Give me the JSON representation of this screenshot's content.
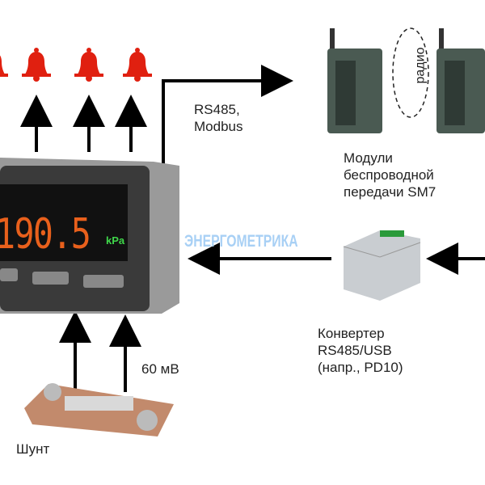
{
  "labels": {
    "rs485_line1": "RS485,",
    "rs485_line2": "Modbus",
    "radio": "радио",
    "modules_line1": "Модули",
    "modules_line2": "беспроводной",
    "modules_line3": "передачи SM7",
    "converter_line1": "Конвертер",
    "converter_line2": "RS485/USB",
    "converter_line3": "(напр., PD10)",
    "voltage": "60 мВ",
    "shunt": "Шунт",
    "watermark": "ЭНЕРГОМЕТРИКА"
  },
  "meter": {
    "reading": "190.5",
    "unit": "kPa"
  },
  "colors": {
    "alarm": "#e02010",
    "meter_body": "#3a3a3a",
    "display_digits": "#e8601c",
    "unit": "#3fd64a",
    "watermark": "#a8d0f5"
  }
}
